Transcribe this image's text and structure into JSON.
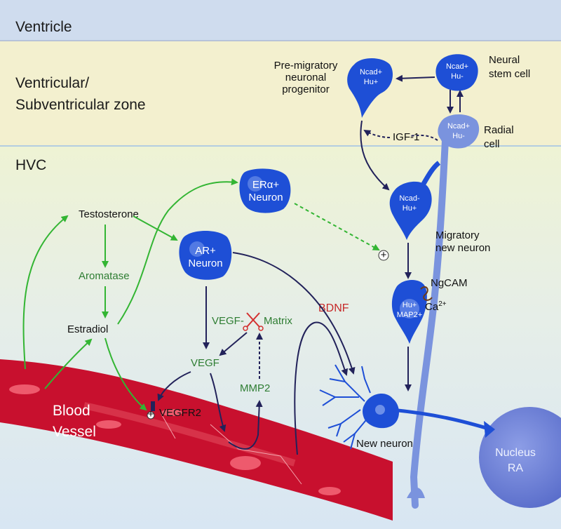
{
  "regions": {
    "ventricle": "Ventricle",
    "vz_line1": "Ventricular/",
    "vz_line2": "Subventricular zone",
    "hvc": "HVC"
  },
  "cells": {
    "premigratory_label_1": "Pre-migratory",
    "premigratory_label_2": "neuronal",
    "premigratory_label_3": "progenitor",
    "premigratory_marker_1": "Ncad+",
    "premigratory_marker_2": "Hu+",
    "stem_label_1": "Neural",
    "stem_label_2": "stem cell",
    "stem_marker_1": "Ncad+",
    "stem_marker_2": "Hu-",
    "radial_label_1": "Radial",
    "radial_label_2": "cell",
    "radial_marker_1": "Ncad+",
    "radial_marker_2": "Hu-",
    "migratory_marker_1": "Ncad-",
    "migratory_marker_2": "Hu+",
    "migratory_label_1": "Migratory",
    "migratory_label_2": "new neuron",
    "hu_map2_marker_1": "Hu+",
    "hu_map2_marker_2": "MAP2+",
    "era_neuron_1": "ERα+",
    "era_neuron_2": "Neuron",
    "ar_neuron_1": "AR+",
    "ar_neuron_2": "Neuron",
    "new_neuron": "New neuron",
    "nucleus_ra_1": "Nucleus",
    "nucleus_ra_2": "RA"
  },
  "molecules": {
    "igf1": "IGF-1",
    "testosterone": "Testosterone",
    "aromatase": "Aromatase",
    "estradiol": "Estradiol",
    "vegf": "VEGF",
    "vegf_matrix_left": "VEGF-",
    "vegf_matrix_right": "Matrix",
    "mmp2": "MMP2",
    "bdnf": "BDNF",
    "vegfr2": "VEGFR2",
    "ngcam": "NgCAM",
    "ca": "Ca",
    "ca_sup": "2+",
    "plus": "+"
  },
  "blood_vessel": {
    "line1": "Blood",
    "line2": "Vessel"
  },
  "colors": {
    "ventricle_bg": "#cfdcee",
    "vz_bg": "#f3f0cf",
    "hvc_bg": "#e4ecf4",
    "cell_blue": "#1e4fd6",
    "radial_cell": "#6f86d8",
    "vessel_red": "#c8102e",
    "green_arrow": "#33b533",
    "dark_arrow": "#22225a",
    "nucleus_ra": "#6a7fd6"
  }
}
